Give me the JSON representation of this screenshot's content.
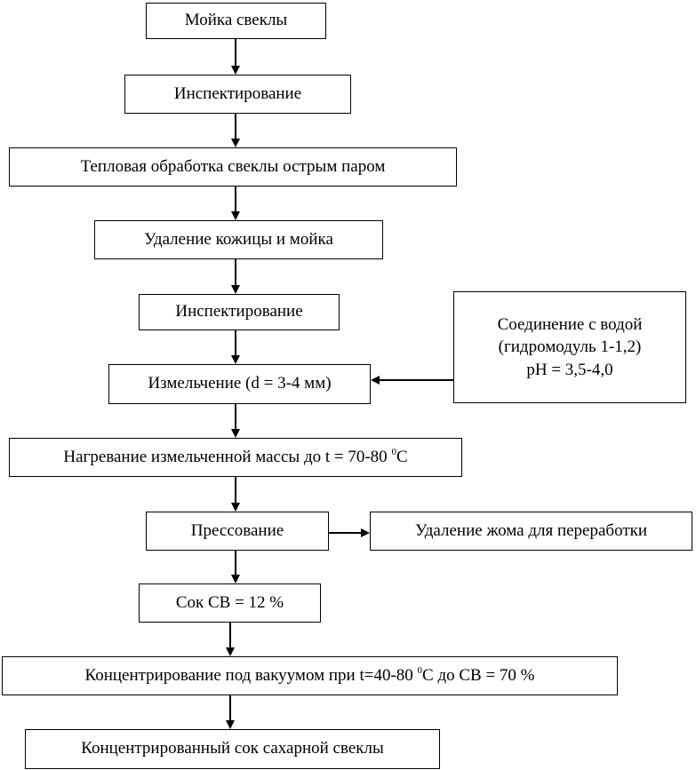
{
  "steps": {
    "s1": "Мойка свеклы",
    "s2": "Инспектирование",
    "s3": "Тепловая обработка свеклы острым паром",
    "s4": "Удаление кожицы и мойка",
    "s5": "Инспектирование",
    "s6": "Измельчение (d = 3-4 мм)",
    "s7_pre": "Нагревание измельченной массы до t = 70-80 ",
    "s7_sup": "0",
    "s7_post": "С",
    "s8": "Прессование",
    "s9": "Сок СВ = 12 %",
    "s10_pre": "Концентрирование под вакуумом при t=40-80 ",
    "s10_sup": "0",
    "s10_post": "С до СВ = 70 %",
    "s11": "Концентрированный сок сахарной свеклы"
  },
  "side": {
    "water_line1": "Соединение с водой",
    "water_line2": "(гидромодуль 1-1,2)",
    "water_line3": "рН = 3,5-4,0",
    "pulp": "Удаление жома для переработки"
  }
}
